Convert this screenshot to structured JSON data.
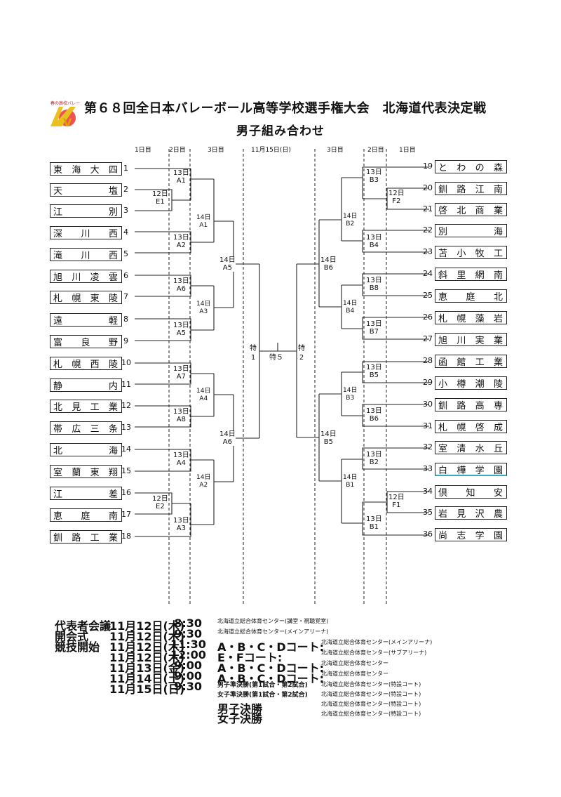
{
  "logo": {
    "caption": "春の高校バレー",
    "mark": "V"
  },
  "title": "第６８回全日本バレーボール高等学校選手権大会　北海道代表決定戦",
  "subtitle": "男子組み合わせ",
  "headers": {
    "left_day1": "1日目",
    "left_day2": "2日目",
    "left_day3": "3日目",
    "center": "11月15日(日)",
    "right_day3": "3日目",
    "right_day2": "2日目",
    "right_day1": "1日目"
  },
  "left_teams": [
    {
      "no": "1",
      "name": "東海大四"
    },
    {
      "no": "2",
      "name": "天塩"
    },
    {
      "no": "3",
      "name": "江別"
    },
    {
      "no": "4",
      "name": "深川西"
    },
    {
      "no": "5",
      "name": "滝川西"
    },
    {
      "no": "6",
      "name": "旭川凌雲"
    },
    {
      "no": "7",
      "name": "札幌東陵"
    },
    {
      "no": "8",
      "name": "遠軽"
    },
    {
      "no": "9",
      "name": "富良野"
    },
    {
      "no": "10",
      "name": "札幌西陵"
    },
    {
      "no": "11",
      "name": "静内"
    },
    {
      "no": "12",
      "name": "北見工業"
    },
    {
      "no": "13",
      "name": "帯広三条"
    },
    {
      "no": "14",
      "name": "北海"
    },
    {
      "no": "15",
      "name": "室蘭東翔"
    },
    {
      "no": "16",
      "name": "江差"
    },
    {
      "no": "17",
      "name": "恵庭南"
    },
    {
      "no": "18",
      "name": "釧路工業"
    }
  ],
  "right_teams": [
    {
      "no": "19",
      "name": "とわの森"
    },
    {
      "no": "20",
      "name": "釧路江南"
    },
    {
      "no": "21",
      "name": "啓北商業"
    },
    {
      "no": "22",
      "name": "別海"
    },
    {
      "no": "23",
      "name": "苫小牧工"
    },
    {
      "no": "24",
      "name": "斜里網南"
    },
    {
      "no": "25",
      "name": "恵庭北"
    },
    {
      "no": "26",
      "name": "札幌藻岩"
    },
    {
      "no": "27",
      "name": "旭川実業"
    },
    {
      "no": "28",
      "name": "函館工業"
    },
    {
      "no": "29",
      "name": "小樽潮陵"
    },
    {
      "no": "30",
      "name": "釧路高専"
    },
    {
      "no": "31",
      "name": "札幌啓成"
    },
    {
      "no": "32",
      "name": "室清水丘"
    },
    {
      "no": "33",
      "name": "白樺学園"
    },
    {
      "no": "34",
      "name": "倶知安"
    },
    {
      "no": "35",
      "name": "岩見沢農"
    },
    {
      "no": "36",
      "name": "尚志学園"
    }
  ],
  "matches": {
    "E1": "12日\nE1",
    "A1": "13日\nA1",
    "A2": "13日\nA2",
    "A6": "13日\nA6",
    "A5": "13日\nA5",
    "A7": "13日\nA7",
    "A8": "13日\nA8",
    "A4": "13日\nA4",
    "E2": "12日\nE2",
    "A3": "13日\nA3",
    "L14A1": "14日\nA1",
    "L14A3": "14日\nA3",
    "L14A4": "14日\nA4",
    "L14A2": "14日\nA2",
    "L14A5": "14日\nA5",
    "L14A6": "14日\nA6",
    "B3": "13日\nB3",
    "F2": "12日\nF2",
    "B4": "13日\nB4",
    "B8": "13日\nB8",
    "B7": "13日\nB7",
    "B5": "13日\nB5",
    "B6": "13日\nB6",
    "B2": "13日\nB2",
    "F1": "12日\nF1",
    "B1": "13日\nB1",
    "R14B2": "14日\nB2",
    "R14B4": "14日\nB4",
    "R14B3": "14日\nB3",
    "R14B1": "14日\nB1",
    "R14B6": "14日\nB6",
    "R14B5": "14日\nB5",
    "T1": "特\n1",
    "T2": "特\n2",
    "T5": "特５"
  },
  "schedule": [
    {
      "event": "代表者会議",
      "date": "11月12日(木)",
      "time": "8:30",
      "court": "北海道立総合体育センター(講堂・視聴覚室)",
      "venue": ""
    },
    {
      "event": "開会式",
      "date": "11月12日(木)",
      "time": "9:30",
      "court": "北海道立総合体育センター(メインアリーナ)",
      "venue": ""
    },
    {
      "event": "競技開始",
      "date": "11月12日(木)",
      "time": "11:30",
      "court": "A・B・C・Dコート:",
      "venue": "北海道立総合体育センター(メインアリーナ)"
    },
    {
      "event": "",
      "date": "11月12日(木)",
      "time": "12:00",
      "court": "E・Fコート:",
      "venue": "北海道立総合体育センター(サブアリーナ)"
    },
    {
      "event": "",
      "date": "11月13日(金)",
      "time": "9:00",
      "court": "A・B・C・Dコート:",
      "venue": "北海道立総合体育センター"
    },
    {
      "event": "",
      "date": "11月14日(土)",
      "time": "9:00",
      "court": "A・B・C・Dコート:",
      "venue": "北海道立総合体育センター"
    },
    {
      "event": "",
      "date": "11月15日(日)",
      "time": "9:30",
      "court": "男子準決勝(第1試合・第2試合)",
      "venue": "北海道立総合体育センター(特設コート)"
    },
    {
      "event": "",
      "date": "",
      "time": "",
      "court": "女子準決勝(第1試合・第2試合)",
      "venue": "北海道立総合体育センター(特設コート)"
    },
    {
      "event": "",
      "date": "",
      "time": "",
      "court": "男子決勝",
      "venue": "北海道立総合体育センター(特設コート)"
    },
    {
      "event": "",
      "date": "",
      "time": "",
      "court": "女子決勝",
      "venue": "北海道立総合体育センター(特設コート)"
    }
  ]
}
